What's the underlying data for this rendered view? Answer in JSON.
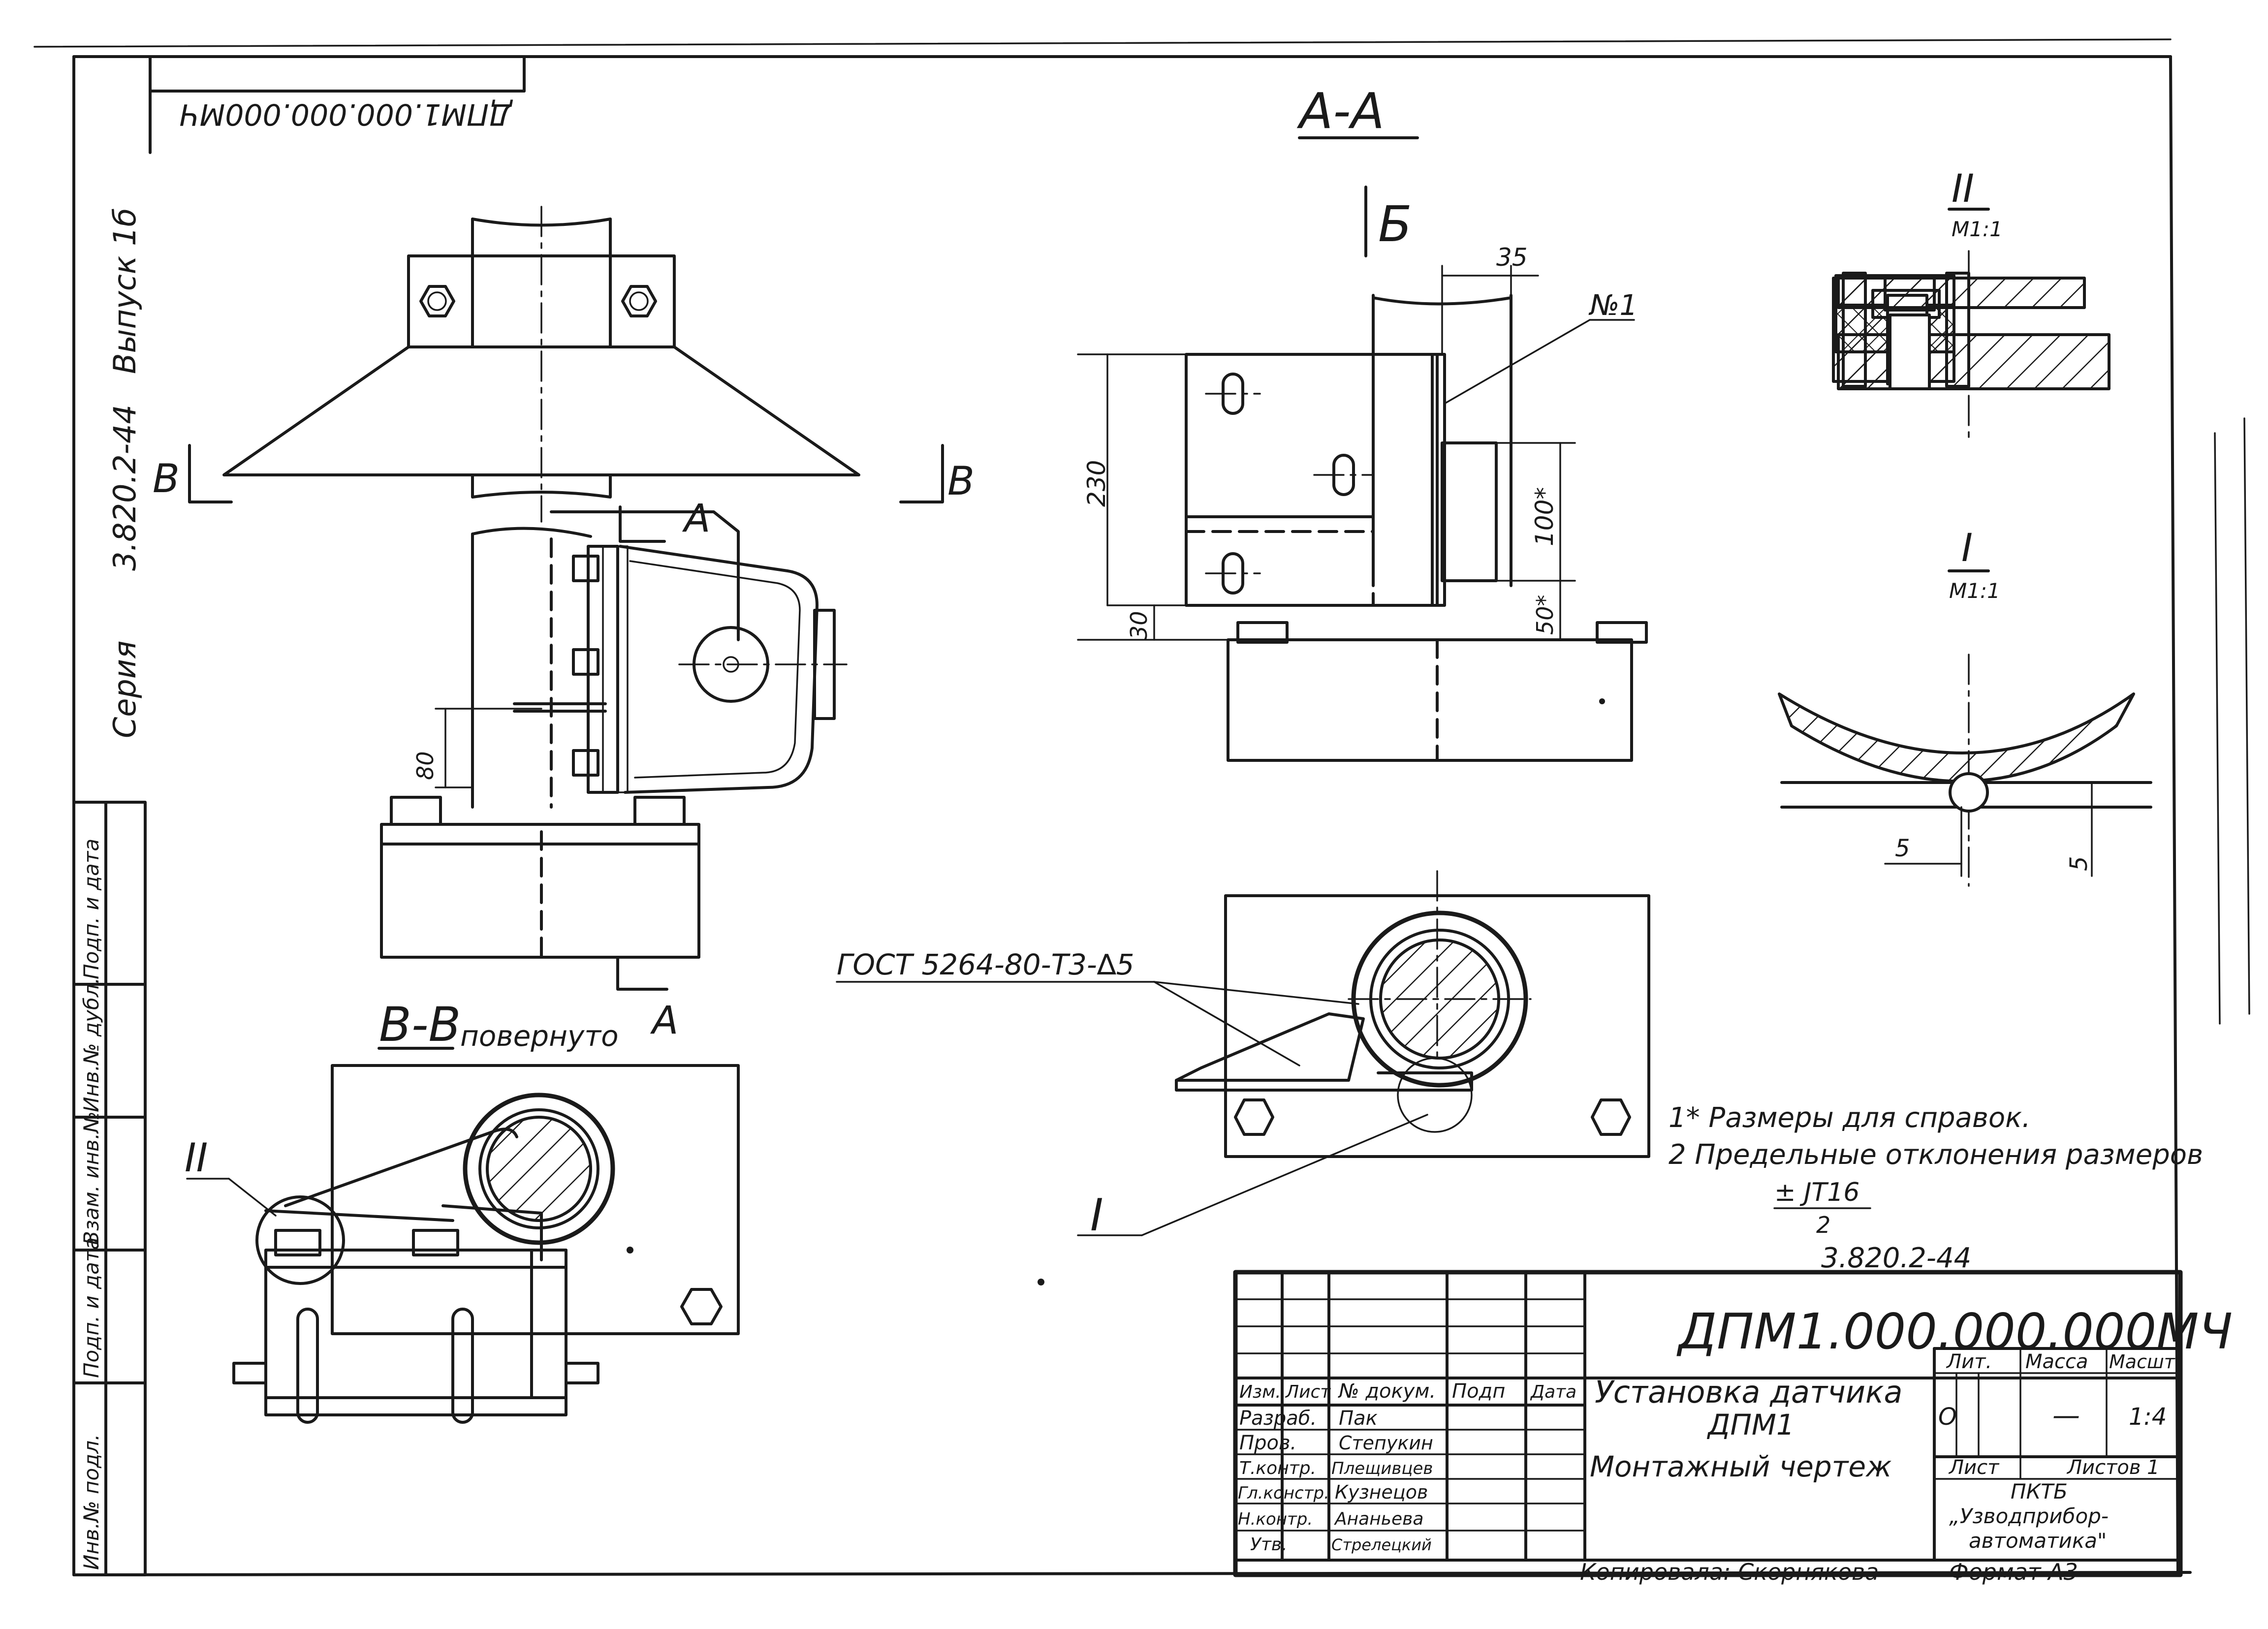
{
  "drawing": {
    "designation": "ДПМ1.000.000.000МЧ",
    "designation_mirrored": "ДПМ1.000.000.000МЧ",
    "series": "Серия 3.820.2-44 Выпуск 1б",
    "series_code": "3.820.2-44",
    "edition": "Выпуск 1б",
    "series_label": "Серия"
  },
  "views": {
    "section_aa": "А-А",
    "section_vv": "В-В",
    "section_vv_note": "повернуто",
    "cut_b_left": "В",
    "cut_b_right": "В",
    "cut_a_top": "А",
    "cut_a_bottom": "А",
    "cut_b_mark": "Б",
    "detail_2": "II",
    "detail_2_scale": "М1:1",
    "detail_1": "I",
    "detail_1_scale": "М1:1",
    "callout_1": "I",
    "callout_2": "II",
    "position_1": "№1",
    "weld_note": "ГОСТ 5264-80-Т3-∆5"
  },
  "dimensions": {
    "d35": "35",
    "d230": "230",
    "d30": "30",
    "d100": "100*",
    "d50": "50*",
    "d80": "80",
    "d5a": "5",
    "d5b": "5"
  },
  "notes": {
    "note1": "1* Размеры для справок.",
    "note2": "2 Предельные отклонения размеров",
    "tol_top": "± JT16",
    "tol_bottom": "2",
    "code_above_block": "3.820.2-44"
  },
  "title_block": {
    "designation": "ДПМ1.000.000.000МЧ",
    "title_line1": "Установка датчика",
    "title_line2": "ДПМ1",
    "title_line3": "Монтажный чертеж",
    "col_izm": "Изм.",
    "col_list": "Лист",
    "col_doc": "№ докум.",
    "col_sign": "Подп",
    "col_date": "Дата",
    "roles": [
      {
        "role": "Разраб.",
        "name": "Пак"
      },
      {
        "role": "Пров.",
        "name": "Степукин"
      },
      {
        "role": "Т.контр.",
        "name": "Плещивцев"
      },
      {
        "role": "Гл.констр.",
        "name": "Кузнецов"
      },
      {
        "role": "Н.контр.",
        "name": "Ананьева"
      },
      {
        "role": "Утв.",
        "name": "Стрелецкий"
      }
    ],
    "lit_label": "Лит.",
    "mass_label": "Масса",
    "scale_label": "Масшт.",
    "lit_value": "О",
    "mass_value": "—",
    "scale_value": "1:4",
    "sheet_label": "Лист",
    "sheets_label": "Листов 1",
    "org_line1": "ПКТБ",
    "org_line2": "„Узводприбор-",
    "org_line3": "автоматика\"",
    "copied_by": "Копировала: Скорнякова",
    "format": "Формат А3"
  },
  "side_stamp": {
    "inv_podl": "Инв.№ подл.",
    "podp_data_1": "Подп. и дата",
    "vzam_inv": "Взам. инв.№",
    "inv_dubl": "Инв.№ дубл.",
    "podp_data_2": "Подп. и дата"
  }
}
